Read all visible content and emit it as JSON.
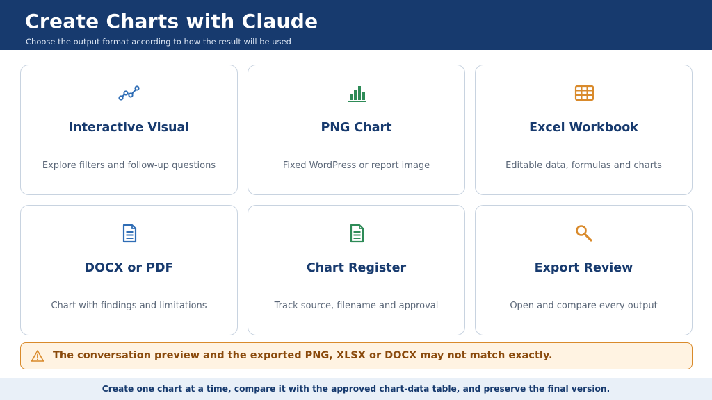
{
  "header": {
    "title": "Create Charts with Claude",
    "subtitle": "Choose the output format according to how the result will be used"
  },
  "cards": [
    {
      "title": "Interactive Visual",
      "description": "Explore filters and follow-up questions",
      "icon": "line-chart-icon",
      "color": "#2f6db5"
    },
    {
      "title": "PNG Chart",
      "description": "Fixed WordPress or report image",
      "icon": "bar-chart-icon",
      "color": "#2e8b57"
    },
    {
      "title": "Excel Workbook",
      "description": "Editable data, formulas and charts",
      "icon": "table-icon",
      "color": "#d98a2b"
    },
    {
      "title": "DOCX or PDF",
      "description": "Chart with findings and limitations",
      "icon": "document-icon",
      "color": "#2f6db5"
    },
    {
      "title": "Chart Register",
      "description": "Track source, filename and approval",
      "icon": "register-icon",
      "color": "#2e8b57"
    },
    {
      "title": "Export Review",
      "description": "Open and compare every output",
      "icon": "magnifier-icon",
      "color": "#d98a2b"
    }
  ],
  "warning": {
    "text": "The conversation preview and the exported PNG, XLSX or DOCX may not match exactly.",
    "icon": "warning-icon"
  },
  "footer": {
    "text": "Create one chart at a time, compare it with the approved chart-data table, and preserve the final version."
  },
  "colors": {
    "header_bg": "#173a6e",
    "title_text": "#173a6e",
    "warning_bg": "#fff3e2",
    "warning_border": "#d98a2b",
    "footer_bg": "#e9f0f8"
  }
}
